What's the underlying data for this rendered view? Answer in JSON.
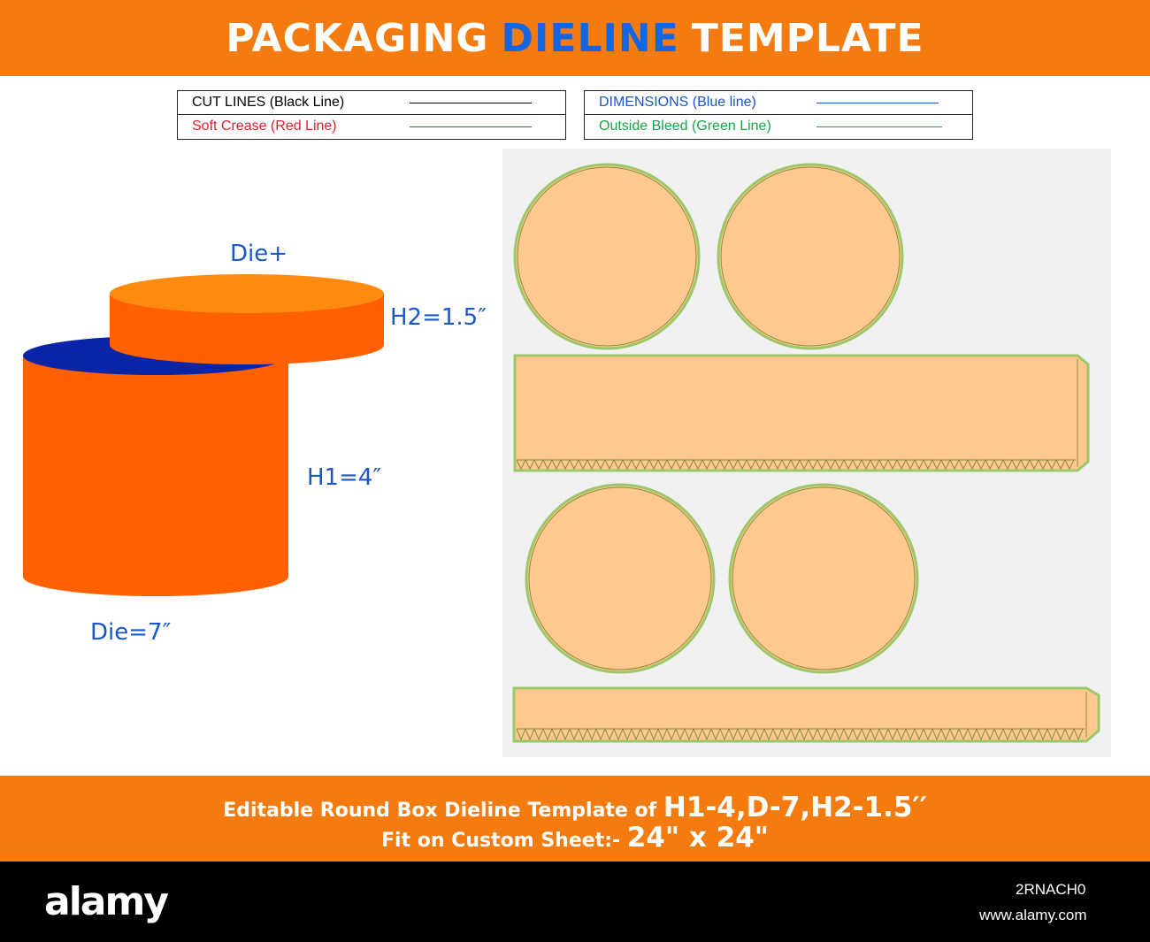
{
  "header": {
    "title_part1": "PACKAGING",
    "title_accent": "DIELINE",
    "title_part2": "TEMPLATE"
  },
  "legend": {
    "left": [
      {
        "label": "CUT LINES (Black Line)",
        "color": "#000000"
      },
      {
        "label": "Soft Crease (Red Line)",
        "color": "#e0202e"
      }
    ],
    "right": [
      {
        "label": "DIMENSIONS (Blue line)",
        "color": "#1a57c9"
      },
      {
        "label": "Outside Bleed (Green Line)",
        "color": "#1aa34a"
      }
    ]
  },
  "box_illustration": {
    "lid_label": "Die+",
    "lid_height_label": "H2=1.5″",
    "body_height_label": "H1=4″",
    "diameter_label": "Die=7″",
    "colors": {
      "orange": "#ff6100",
      "lid_top": "#ff8a10",
      "blue_rim": "#0a24a8"
    }
  },
  "dieline_colors": {
    "fill": "#ffc98e",
    "stroke": "#8a8a3a",
    "bleed": "#9cc86a"
  },
  "footer": {
    "line1_prefix": "Editable  Round Box Dieline Template of",
    "line1_value": "H1-4,D-7,H2-1.5′′",
    "line2_prefix": "Fit on Custom Sheet:-",
    "line2_value": "24\" x 24\""
  },
  "bottom_bar": {
    "brand": "alamy",
    "image_id": "2RNACH0",
    "site": "www.alamy.com"
  }
}
